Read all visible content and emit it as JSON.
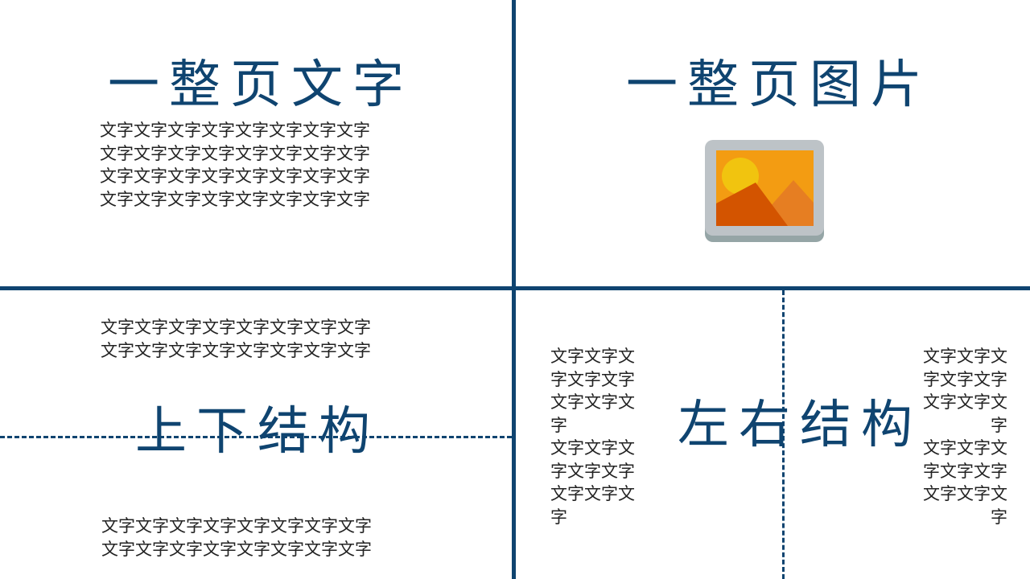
{
  "colors": {
    "accent": "#0f4470",
    "text": "#222222"
  },
  "q1": {
    "title": "一整页文字",
    "lines": [
      "文字文字文字文字文字文字文字文字",
      "文字文字文字文字文字文字文字文字",
      "文字文字文字文字文字文字文字文字",
      "文字文字文字文字文字文字文字文字"
    ]
  },
  "q2": {
    "title": "一整页图片",
    "icon": "image-placeholder-icon"
  },
  "q3": {
    "title": "上下结构",
    "top_lines": [
      "文字文字文字文字文字文字文字文字",
      "文字文字文字文字文字文字文字文字"
    ],
    "bottom_lines": [
      "文字文字文字文字文字文字文字文字",
      "文字文字文字文字文字文字文字文字"
    ]
  },
  "q4": {
    "title": "左右结构",
    "left_block1": [
      "文字文字文",
      "字文字文字",
      "文字文字文",
      "字"
    ],
    "left_block2": [
      "文字文字文",
      "字文字文字",
      "文字文字文",
      "字"
    ],
    "right_block1": [
      "文字文字文",
      "字文字文字",
      "文字文字文",
      "字"
    ],
    "right_block2": [
      "文字文字文",
      "字文字文字",
      "文字文字文",
      "字"
    ]
  }
}
